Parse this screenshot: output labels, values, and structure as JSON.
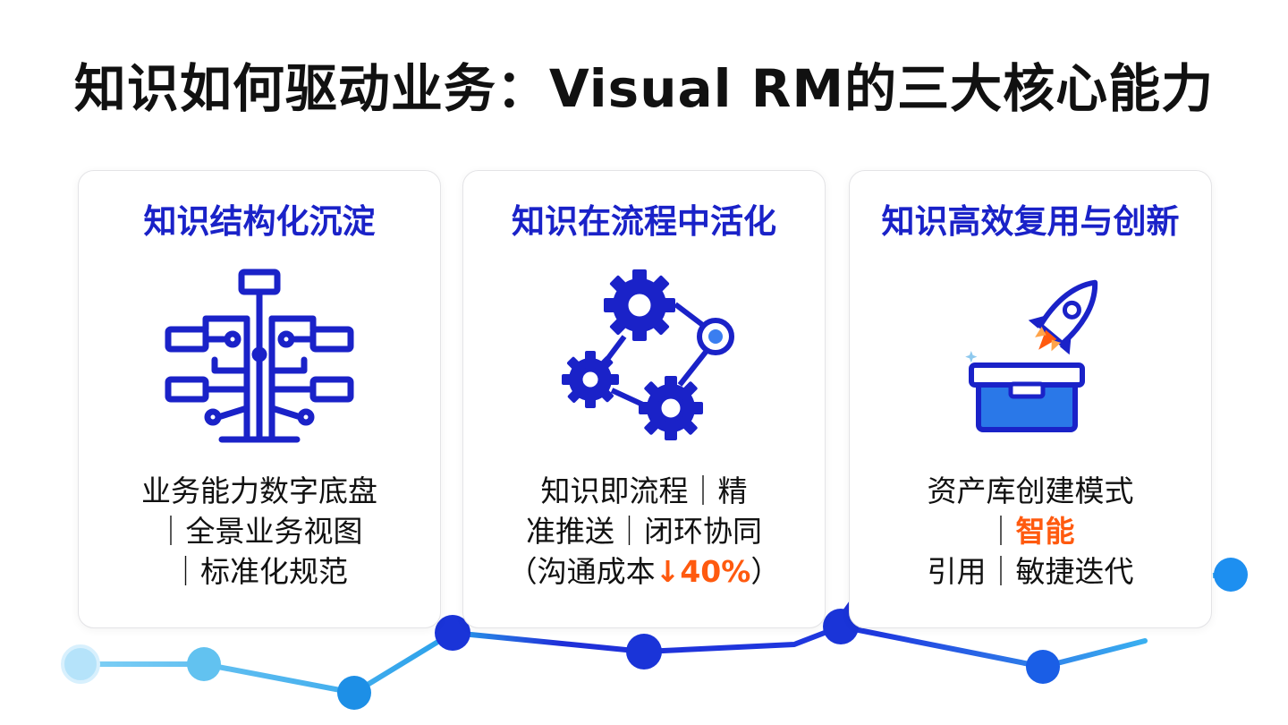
{
  "header": {
    "title": "知识如何驱动业务：Visual RM的三大核心能力"
  },
  "colors": {
    "accent_blue": "#1a22c8",
    "highlight_orange": "#ff5a0f",
    "line_light": "#52b8ee",
    "line_dark": "#1f2fd8"
  },
  "cards": [
    {
      "title": "知识结构化沉淀",
      "icon": "tree-diagram-icon",
      "lines": [
        [
          {
            "text": "业务能力数字底盘"
          }
        ],
        [
          {
            "text": "｜全景业务视图"
          }
        ],
        [
          {
            "text": "｜标准化规范"
          }
        ]
      ]
    },
    {
      "title": "知识在流程中活化",
      "icon": "gears-network-icon",
      "lines": [
        [
          {
            "text": "知识即流程｜精"
          }
        ],
        [
          {
            "text": "准推送｜闭环协同"
          }
        ],
        [
          {
            "text": "（沟通成本"
          },
          {
            "text": "↓40%",
            "hl": true
          },
          {
            "text": "）"
          }
        ]
      ]
    },
    {
      "title": "知识高效复用与创新",
      "icon": "rocket-box-icon",
      "lines": [
        [
          {
            "text": "资产库创建模式"
          }
        ],
        [
          {
            "text": "｜"
          },
          {
            "text": "智能",
            "hl": true
          }
        ],
        [
          {
            "text": "引用｜敏捷迭代"
          }
        ]
      ]
    }
  ]
}
